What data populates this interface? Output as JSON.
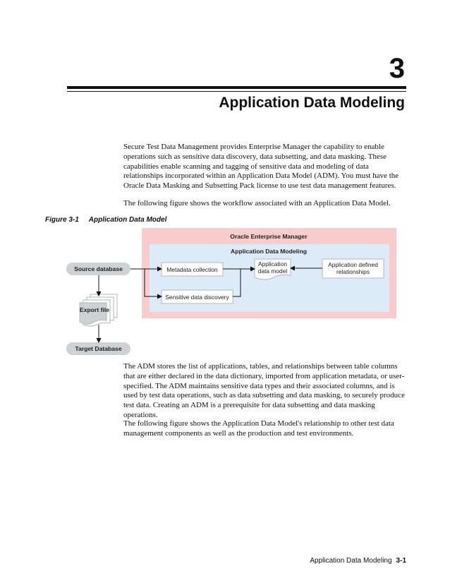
{
  "chapter": {
    "number": "3",
    "title": "Application Data Modeling"
  },
  "body": {
    "p1": "Secure Test Data Management provides Enterprise Manager the capability to enable operations such as sensitive data discovery, data subsetting, and data masking. These capabilities enable scanning and tagging of sensitive data and modeling of data relationships incorporated within an Application Data Model (ADM). You must have the Oracle Data Masking and Subsetting Pack license to use test data management features.",
    "p2": "The following figure shows the workflow associated with an Application Data Model.",
    "p3": "The ADM stores the list of applications, tables, and relationships between table columns that are either declared in the data dictionary, imported from application metadata, or user-specified. The ADM maintains sensitive data types and their associated columns, and is used by test data operations, such as data subsetting and data masking, to securely produce test data. Creating an ADM is a prerequisite for data subsetting and data masking operations.",
    "p4": "The following figure shows the Application Data Model's relationship to other test data management components as well as the production and test environments."
  },
  "figure": {
    "number": "Figure 3-1",
    "caption": "Application Data Model",
    "outer_label": "Oracle Enterprise Manager",
    "inner_label": "Application Data Modeling",
    "source_database": "Source database",
    "metadata_collection": "Metadata collection",
    "sensitive_discovery": "Sensitive data discovery",
    "app_data_model_line1": "Application",
    "app_data_model_line2": "data model",
    "app_defined_line1": "Application defined",
    "app_defined_line2": "relationships",
    "export_file": "Export file",
    "target_database": "Target Database",
    "colors": {
      "outer_fill": "#f9cccd",
      "inner_fill": "#ddebf8",
      "pill_fill": "#cfd1d3",
      "box_fill": "#ffffff"
    }
  },
  "footer": {
    "text": "Application Data Modeling",
    "page": "3-1"
  }
}
